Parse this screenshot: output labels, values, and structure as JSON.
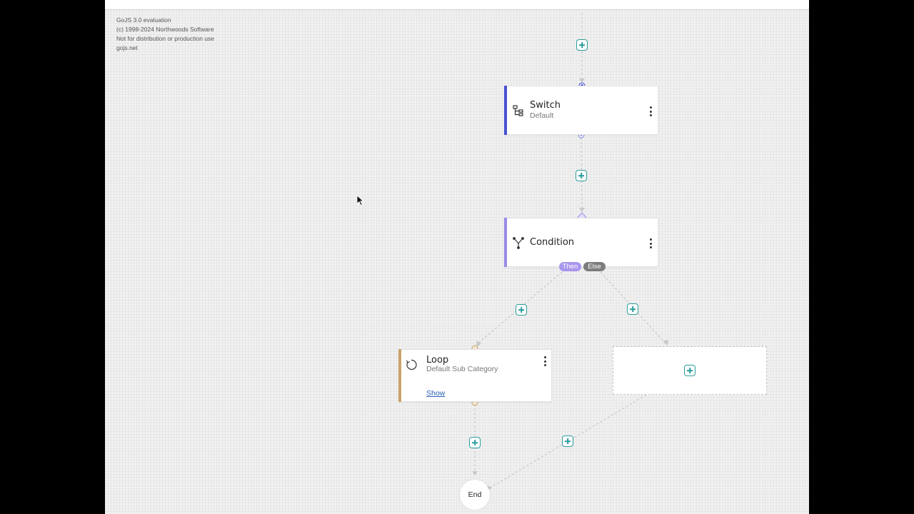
{
  "watermark": {
    "line1": "GoJS 3.0 evaluation",
    "line2": "(c) 1998-2024 Northwoods Software",
    "line3": "Not for distribution or production use",
    "line4": "gojs.net"
  },
  "nodes": {
    "switch": {
      "title": "Switch",
      "subtitle": "Default",
      "accent": "#4a52d1",
      "icon": "tree-structure-icon"
    },
    "condition": {
      "title": "Condition",
      "accent": "#9b8ae6",
      "icon": "branch-fork-icon"
    },
    "loop": {
      "title": "Loop",
      "subtitle": "Default Sub Category",
      "link": "Show",
      "accent": "#c9a36b",
      "icon": "loop-arrow-icon"
    },
    "end": {
      "label": "End"
    }
  },
  "branches": {
    "then": {
      "label": "Then",
      "color": "#a996ee"
    },
    "else": {
      "label": "Else",
      "color": "#7c7c7c"
    }
  },
  "colors": {
    "add_button": "#2a9d9d",
    "link_line": "#c8c8c8",
    "canvas": "#f1f1f1"
  }
}
